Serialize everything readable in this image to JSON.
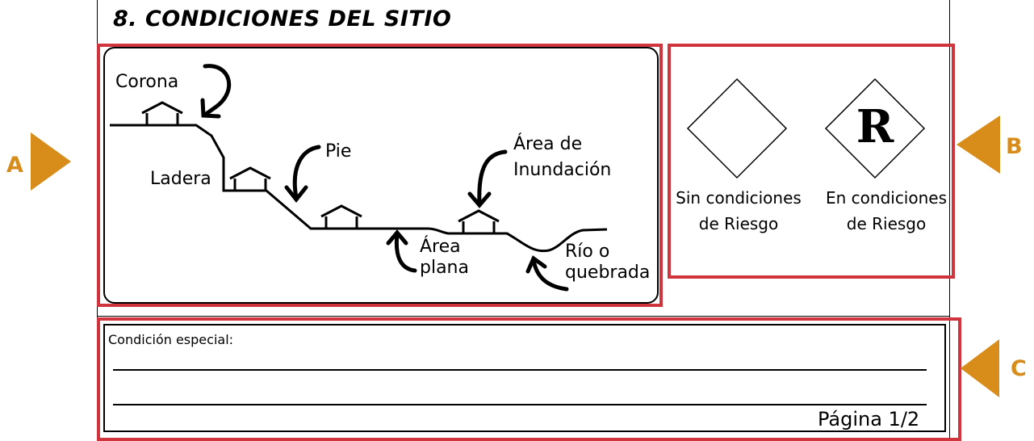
{
  "section_title": "8. CONDICIONES DEL SITIO",
  "markers": {
    "a": "A",
    "b": "B",
    "c": "C"
  },
  "diagram": {
    "corona": "Corona",
    "ladera": "Ladera",
    "pie": "Pie",
    "area_inundacion_1": "Área de",
    "area_inundacion_2": "Inundación",
    "area_plana_1": "Área",
    "area_plana_2": "plana",
    "rio_1": "Río o",
    "rio_2": "quebrada"
  },
  "risk": {
    "without_1": "Sin condiciones",
    "without_2": "de Riesgo",
    "with_symbol": "R",
    "with_1": "En condiciones",
    "with_2": "de Riesgo"
  },
  "special": {
    "label": "Condición especial:",
    "page": "Página 1/2"
  },
  "colors": {
    "highlight": "#d0343c",
    "marker": "#d88c1a"
  }
}
